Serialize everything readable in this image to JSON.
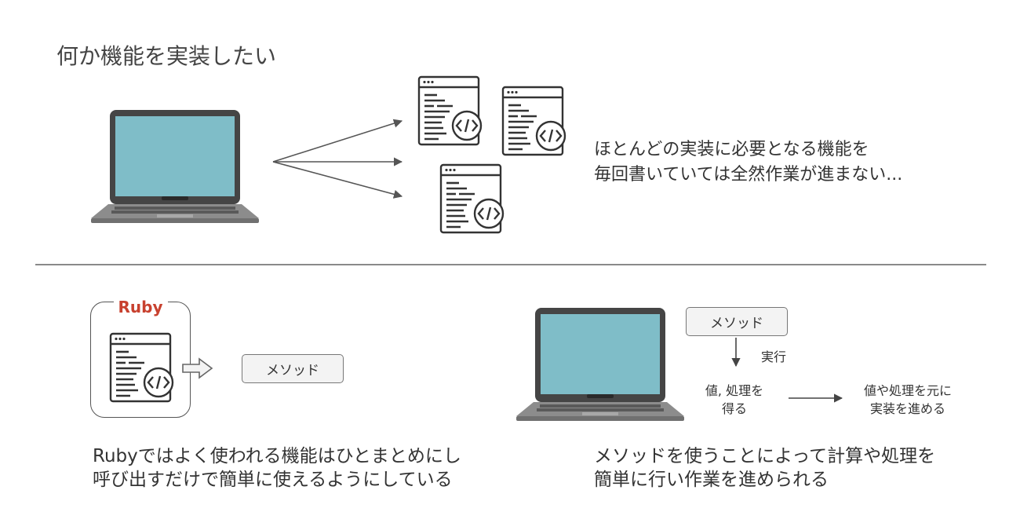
{
  "top_section": {
    "title": "何か機能を実装したい",
    "description_lines": [
      "ほとんどの実装に必要となる機能を",
      "毎回書いていては全然作業が進まない..."
    ]
  },
  "bottom_left": {
    "ruby_label": "Ruby",
    "method_label": "メソッド",
    "caption_lines": [
      "Rubyではよく使われる機能はひとまとめにし",
      "呼び出すだけで簡単に使えるようにしている"
    ]
  },
  "bottom_right": {
    "method_label": "メソッド",
    "execute_label": "実行",
    "result_lines": [
      "値, 処理を",
      "得る"
    ],
    "next_lines": [
      "値や処理を元に",
      "実装を進める"
    ],
    "caption_lines": [
      "メソッドを使うことによって計算や処理を",
      "簡単に行い作業を進められる"
    ]
  },
  "colors": {
    "screen": "#7fbdc8",
    "laptop_body": "#444444",
    "ruby_red": "#c8412f",
    "divider": "#8a8a8a",
    "text": "#333333"
  }
}
